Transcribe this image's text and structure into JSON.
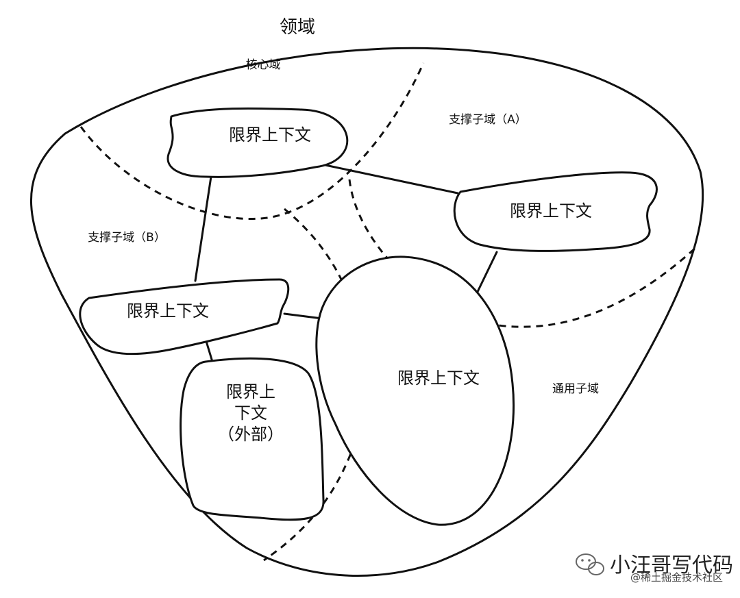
{
  "domain": {
    "title": "领域"
  },
  "subdomains": {
    "core": "核心域",
    "support_a": "支撑子域（A）",
    "support_b": "支撑子域（B）",
    "generic": "通用子域"
  },
  "contexts": {
    "core": "限界上下文",
    "support_a": "限界上下文",
    "support_b": "限界上下文",
    "center": "限界上下文",
    "external_lines": [
      "限界上",
      "下文",
      "（外部）"
    ]
  },
  "watermark": {
    "main": "小汪哥写代码",
    "sub": "@稀土掘金技术社区",
    "icon": "wechat-icon"
  }
}
